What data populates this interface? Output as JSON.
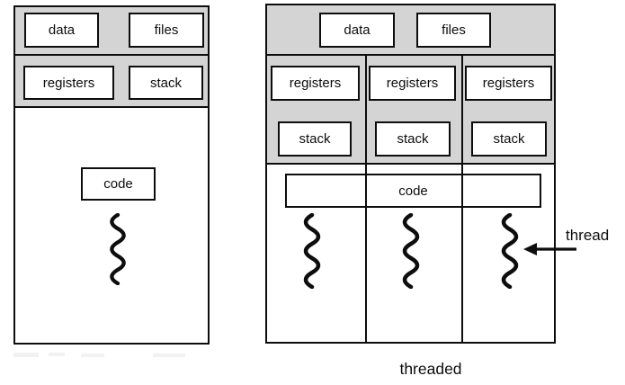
{
  "palette": {
    "gray_fill": "#d4d4d4",
    "line_color": "#0d0d0d",
    "background": "#ffffff"
  },
  "left_process": {
    "data_label": "data",
    "files_label": "files",
    "registers_label": "registers",
    "stack_label": "stack",
    "code_label": "code"
  },
  "right_process": {
    "data_label": "data",
    "files_label": "files",
    "columns": [
      {
        "registers_label": "registers",
        "stack_label": "stack"
      },
      {
        "registers_label": "registers",
        "stack_label": "stack"
      },
      {
        "registers_label": "registers",
        "stack_label": "stack"
      }
    ],
    "code_label": "code",
    "thread_arrow_label": "thread",
    "caption": "threaded"
  }
}
